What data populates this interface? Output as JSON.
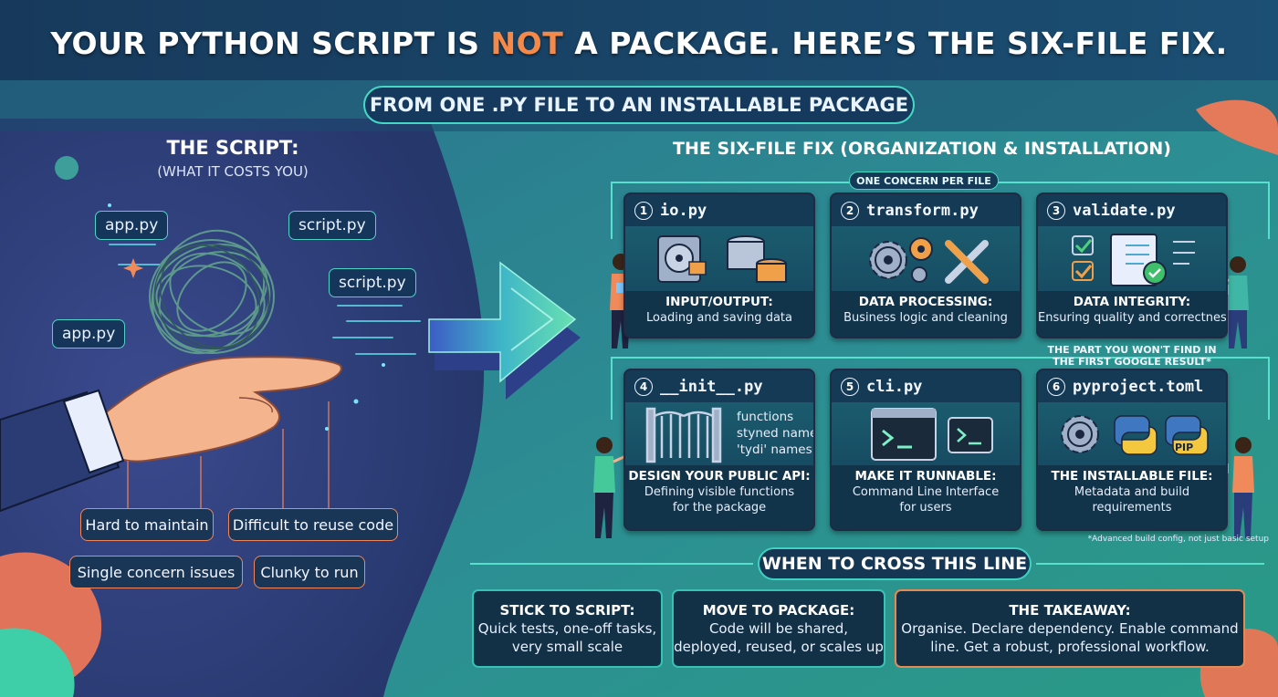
{
  "header": {
    "title_before": "YOUR PYTHON SCRIPT IS ",
    "title_highlight": "NOT",
    "title_after": " A PACKAGE. HERE’S THE SIX-FILE FIX.",
    "subtitle": "FROM ONE .PY FILE TO AN INSTALLABLE PACKAGE"
  },
  "left": {
    "heading": "THE SCRIPT:",
    "subheading": "(WHAT IT COSTS YOU)",
    "files": [
      "app.py",
      "script.py",
      "script.py",
      "app.py"
    ],
    "pains": [
      "Hard to maintain",
      "Difficult to reuse code",
      "Single concern issues",
      "Clunky to run"
    ]
  },
  "right": {
    "heading": "THE SIX-FILE FIX (ORGANIZATION & INSTALLATION)",
    "concern_label": "ONE CONCERN PER FILE",
    "part_note": "THE PART YOU WON'T FIND IN THE FIRST GOOGLE RESULT*",
    "adv_note": "*Advanced build config, not just basic setup",
    "cards": [
      {
        "num": "1",
        "file": "io.py",
        "title": "INPUT/OUTPUT:",
        "desc": [
          "Loading and saving data"
        ]
      },
      {
        "num": "2",
        "file": "transform.py",
        "title": "DATA PROCESSING:",
        "desc": [
          "Business logic and cleaning"
        ]
      },
      {
        "num": "3",
        "file": "validate.py",
        "title": "DATA INTEGRITY:",
        "desc": [
          "Ensuring quality and correctness"
        ]
      },
      {
        "num": "4",
        "file": "__init__.py",
        "title": "DESIGN YOUR PUBLIC API:",
        "desc": [
          "Defining visible functions",
          "for the package"
        ],
        "illus_text": [
          "functions",
          "styned names",
          "'tydi' names"
        ]
      },
      {
        "num": "5",
        "file": "cli.py",
        "title": "MAKE IT RUNNABLE:",
        "desc": [
          "Command Line Interface",
          "for users"
        ]
      },
      {
        "num": "6",
        "file": "pyproject.toml",
        "title": "THE INSTALLABLE FILE:",
        "desc": [
          "Metadata and build",
          "requirements"
        ],
        "illus_text": [
          "PIP"
        ]
      }
    ]
  },
  "bottom": {
    "heading": "WHEN TO CROSS THIS LINE",
    "boxes": [
      {
        "title": "STICK TO SCRIPT:",
        "lines": [
          "Quick tests, one-off tasks,",
          "very small scale"
        ]
      },
      {
        "title": "MOVE TO PACKAGE:",
        "lines": [
          "Code will be shared,",
          "deployed, reused, or scales up"
        ]
      },
      {
        "title": "THE TAKEAWAY:",
        "lines": [
          "Organise. Declare dependency. Enable command",
          "line. Get a robust, professional workflow."
        ]
      }
    ]
  },
  "colors": {
    "accent_orange": "#f4894a",
    "accent_teal": "#45d9c4",
    "card_bg": "#12344a"
  }
}
